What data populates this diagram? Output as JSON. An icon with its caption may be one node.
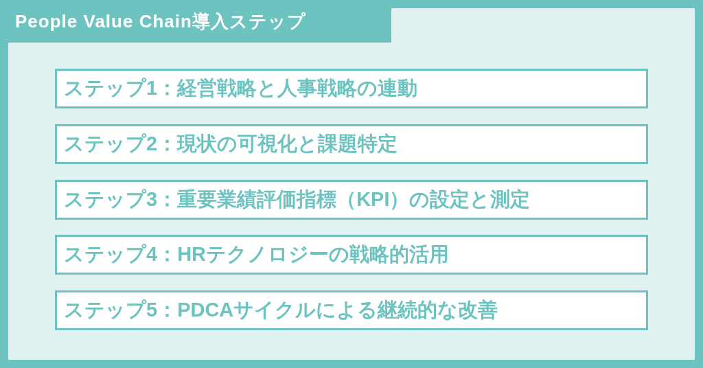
{
  "diagram": {
    "title": "People Value Chain導入ステップ",
    "nodes": [
      {
        "text": [
          "ステップ1：経営戦略と人事戦略の連動"
        ]
      },
      {
        "text": [
          "ステップ2：現状の可視化と課題特定"
        ]
      },
      {
        "text": [
          "ステップ3：重要業績評価指標（KPI）の設定と測定"
        ]
      },
      {
        "text": [
          "ステップ4：HRテクノロジーの戦略的活用"
        ]
      },
      {
        "text": [
          "ステップ5：PDCAサイクルによる継続的な改善"
        ]
      }
    ]
  }
}
